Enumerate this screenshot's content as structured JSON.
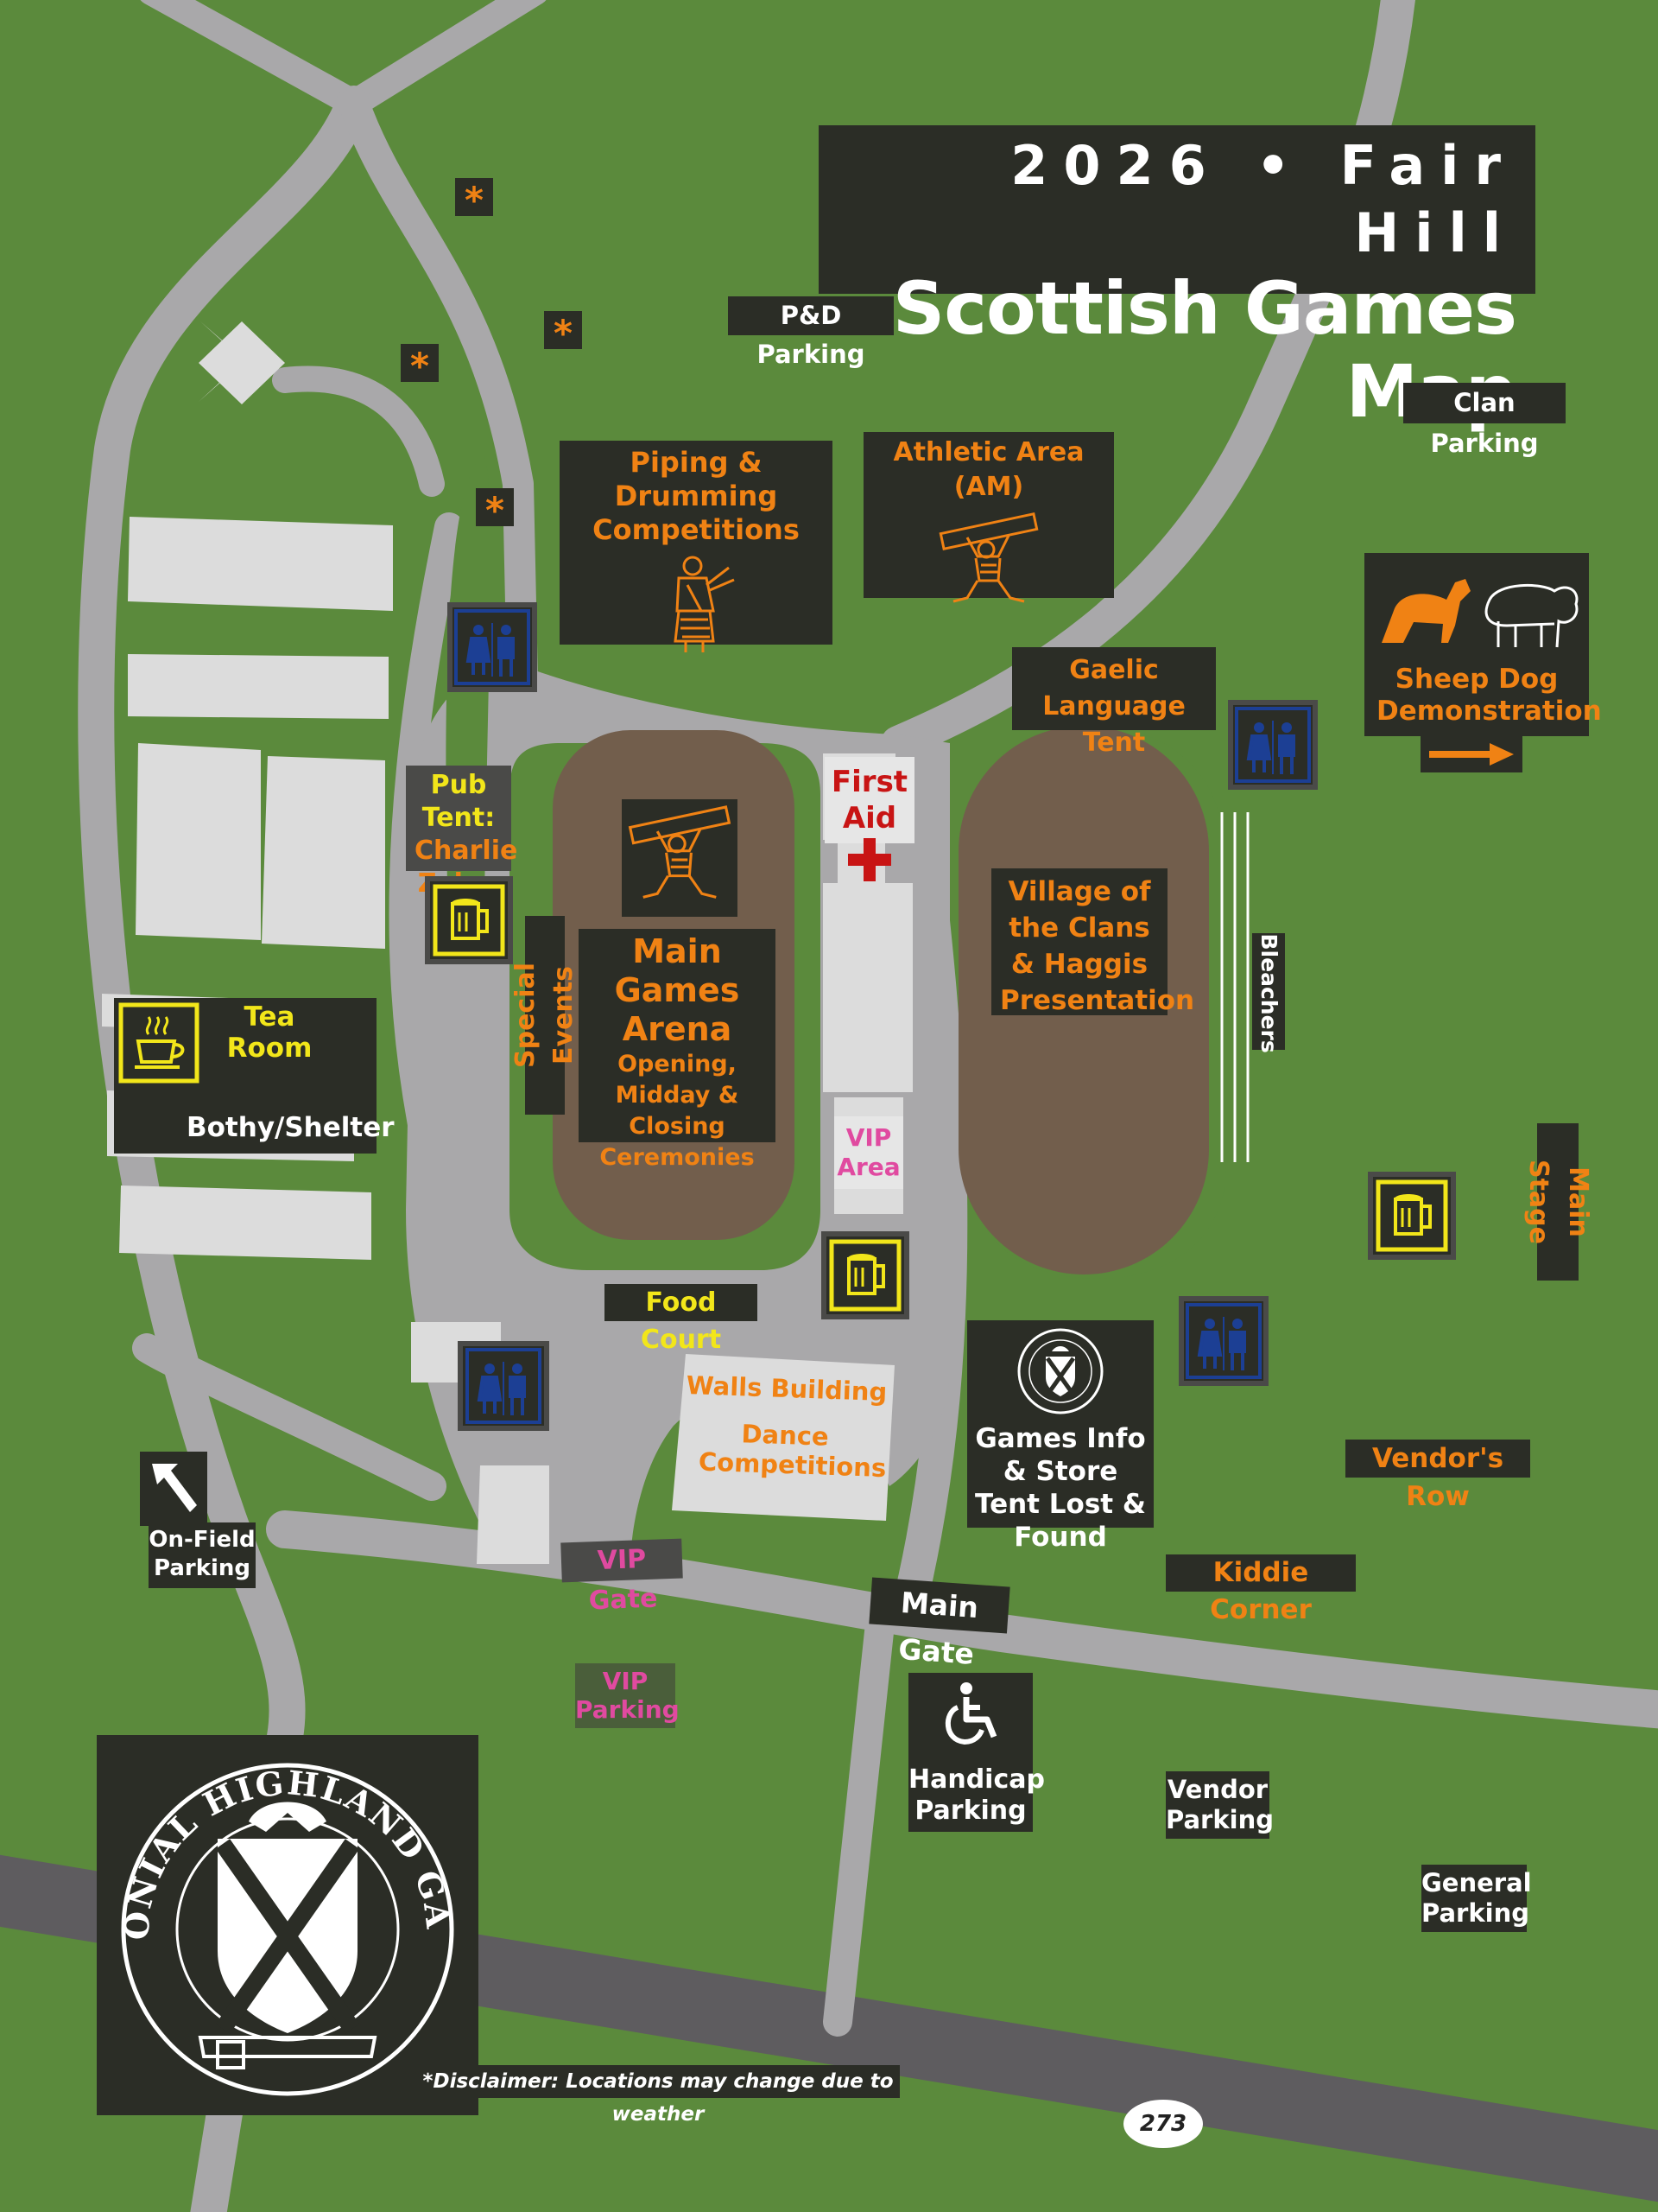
{
  "title": {
    "line1": "2026 • Fair Hill",
    "line2": "Scottish Games Map"
  },
  "labels": {
    "pd_parking": "P&D Parking",
    "clan_parking": "Clan Parking",
    "piping": "Piping & Drumming Competitions",
    "athletic": "Athletic Area (AM)",
    "sheep_dog": "Sheep Dog Demonstration",
    "gaelic": "Gaelic Language Tent",
    "first_aid": "First Aid",
    "pub_tent_title": "Pub Tent:",
    "pub_tent_name": "Charlie Zahm",
    "main_arena_title": "Main Games Arena",
    "main_arena_sub": "Opening, Midday & Closing Ceremonies",
    "special_events": "Special Events",
    "village": "Village of the Clans & Haggis Presentation",
    "bleachers": "Bleachers",
    "tea_room": "Tea Room",
    "bothy": "Bothy/Shelter",
    "vip_area": "VIP Area",
    "main_stage": "Main Stage",
    "food_court": "Food Court",
    "walls_building": "Walls Building",
    "dance": "Dance Competitions",
    "games_info": "Games Info & Store Tent Lost & Found",
    "vendors_row": "Vendor's Row",
    "kiddie": "Kiddie Corner",
    "on_field_parking": "On-Field Parking",
    "vip_gate": "VIP Gate",
    "main_gate": "Main Gate",
    "vip_parking": "VIP Parking",
    "handicap_parking": "Handicap Parking",
    "vendor_parking": "Vendor Parking",
    "general_parking": "General Parking",
    "disclaimer": "*Disclaimer: Locations may change due to weather",
    "route": "273",
    "logo_text": "THE COLONIAL HIGHLAND GATHERING"
  },
  "icons": [
    "star-icon",
    "restroom-icon",
    "beer-mug-icon",
    "coffee-cup-icon",
    "caber-toss-icon",
    "bagpiper-icon",
    "dog-icon",
    "sheep-icon",
    "first-aid-cross-icon",
    "wheelchair-icon",
    "arrow-icon",
    "emblem-icon"
  ],
  "colors": {
    "grass": "#5b8a3c",
    "road": "#a9a8aa",
    "highway": "#5e5c5f",
    "arena": "#725e4c",
    "label_bg": "#2b2d26",
    "orange": "#f08214",
    "yellow": "#f2e61a",
    "pink": "#e04aa0",
    "red": "#c81414",
    "restroom_blue": "#1c3f94"
  }
}
